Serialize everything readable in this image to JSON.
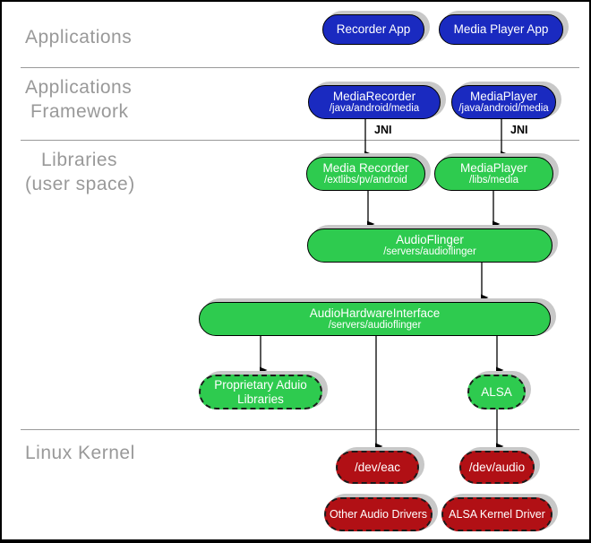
{
  "colors": {
    "app_blue": "#1a2ac0",
    "lib_green": "#2ecb4f",
    "kernel_red": "#b11015",
    "label_gray": "#999999",
    "shadow_gray": "#c8c8c8",
    "node_text": "#ffffff"
  },
  "section_labels": {
    "applications": "Applications",
    "framework_line1": "Applications",
    "framework_line2": "Framework",
    "libraries_line1": "Libraries",
    "libraries_line2": "(user space)",
    "kernel": "Linux Kernel"
  },
  "edge_labels": {
    "jni_left": "JNI",
    "jni_right": "JNI"
  },
  "nodes": [
    {
      "id": "recorder-app",
      "title": "Recorder App"
    },
    {
      "id": "media-player-app",
      "title": "Media Player App"
    },
    {
      "id": "media-recorder-framework",
      "title": "MediaRecorder",
      "path": "/java/android/media"
    },
    {
      "id": "media-player-framework",
      "title": "MediaPlayer",
      "path": "/java/android/media"
    },
    {
      "id": "media-recorder-lib",
      "title": "Media Recorder",
      "path": "/extlibs/pv/android"
    },
    {
      "id": "media-player-lib",
      "title": "MediaPlayer",
      "path": "/libs/media"
    },
    {
      "id": "audioflinger",
      "title": "AudioFlinger",
      "path": "/servers/audioflinger"
    },
    {
      "id": "audio-hardware-interface",
      "title": "AudioHardwareInterface",
      "path": "/servers/audioflinger"
    },
    {
      "id": "proprietary-audio-libraries",
      "title": "Proprietary Aduio Libraries"
    },
    {
      "id": "alsa",
      "title": "ALSA"
    },
    {
      "id": "dev-eac",
      "title": "/dev/eac"
    },
    {
      "id": "dev-audio",
      "title": "/dev/audio"
    },
    {
      "id": "other-audio-drivers",
      "title": "Other Audio Drivers"
    },
    {
      "id": "alsa-kernel-driver",
      "title": "ALSA Kernel Driver"
    }
  ]
}
